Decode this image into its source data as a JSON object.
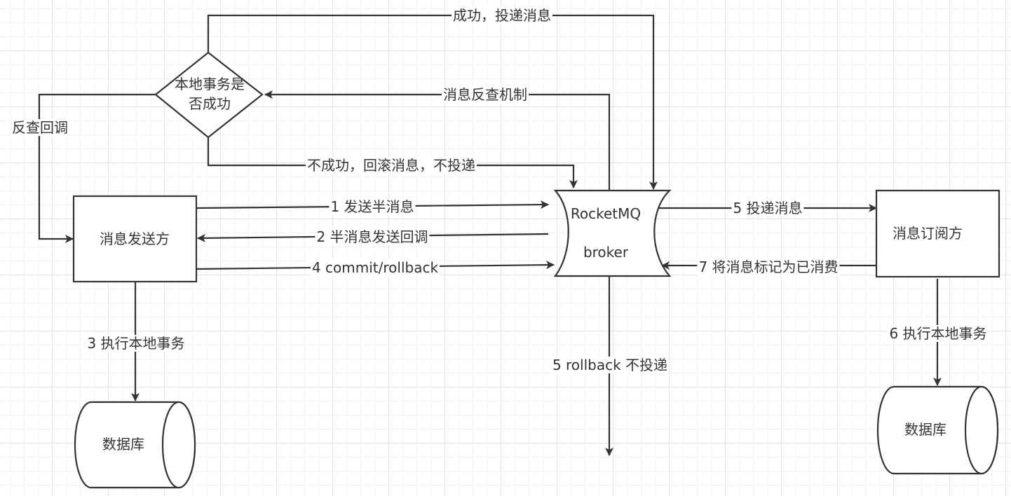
{
  "nodes": {
    "decision": "本地事务是否成功",
    "decision_line1": "本地事务是",
    "decision_line2": "否成功",
    "sender": "消息发送方",
    "broker_line1": "RocketMQ",
    "broker_line2": "broker",
    "subscriber": "消息订阅方",
    "db_left": "数据库",
    "db_right": "数据库"
  },
  "edges": {
    "success_deliver": "成功，投递消息",
    "check_mechanism": "消息反查机制",
    "check_callback": "反查回调",
    "fail_rollback": "不成功，回滚消息，不投递",
    "send_half": "1 发送半消息",
    "half_callback": "2 半消息发送回调",
    "commit_rollback": "4 commit/rollback",
    "exec_local_3": "3 执行本地事务",
    "rollback_no_deliver": "5 rollback 不投递",
    "deliver_5": "5 投递消息",
    "mark_consumed": "7 将消息标记为已消费",
    "exec_local_6": "6 执行本地事务"
  },
  "colors": {
    "stroke": "#333333",
    "fill": "#ffffff",
    "grid": "#e4e4e4"
  }
}
